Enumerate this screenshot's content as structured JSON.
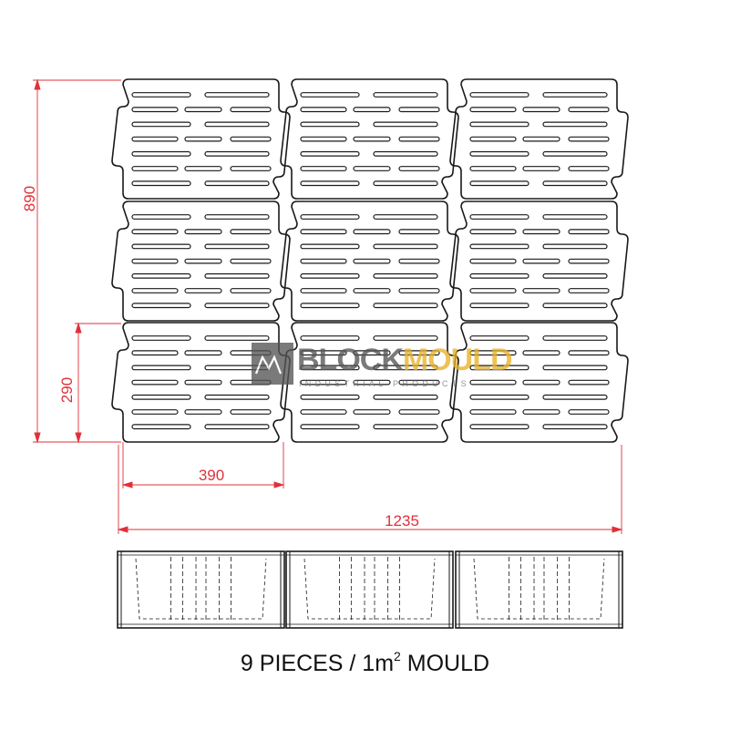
{
  "dimensions": {
    "total_height": "890",
    "piece_height": "290",
    "piece_width": "390",
    "total_width": "1235"
  },
  "watermark": {
    "brand_part1": "BLOCK",
    "brand_part2": "MOULD",
    "tagline": "INDUSTRIAL PRODUCTS"
  },
  "caption": {
    "prefix": "9 PIECES / 1m",
    "superscript": "2",
    "suffix": " MOULD"
  },
  "colors": {
    "outline": "#1a1a1a",
    "dimension": "#e0303a",
    "watermark_grey": "#555555",
    "watermark_gold": "#e8b227"
  }
}
